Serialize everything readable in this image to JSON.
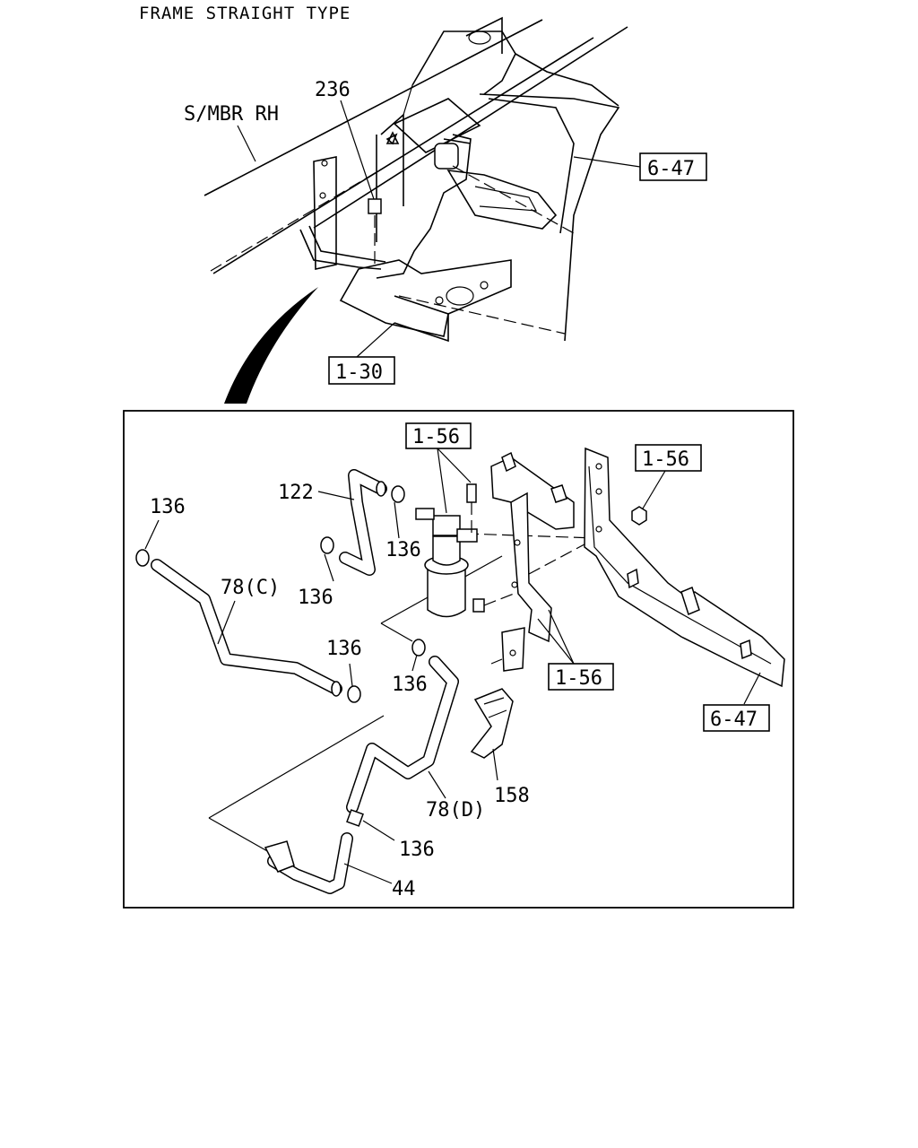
{
  "title": "FRAME STRAIGHT TYPE",
  "labels": {
    "smbr": "S/MBR RH",
    "p236": "236",
    "ref_647_top": "6-47",
    "ref_130": "1-30",
    "ref_156_a": "1-56",
    "ref_156_b": "1-56",
    "ref_156_c": "1-56",
    "ref_647_bottom": "6-47",
    "p122": "122",
    "p136_a": "136",
    "p136_b": "136",
    "p136_c": "136",
    "p136_d": "136",
    "p136_e": "136",
    "p136_f": "136",
    "p78c": "78(C)",
    "p78d": "78(D)",
    "p158": "158",
    "p44": "44"
  }
}
